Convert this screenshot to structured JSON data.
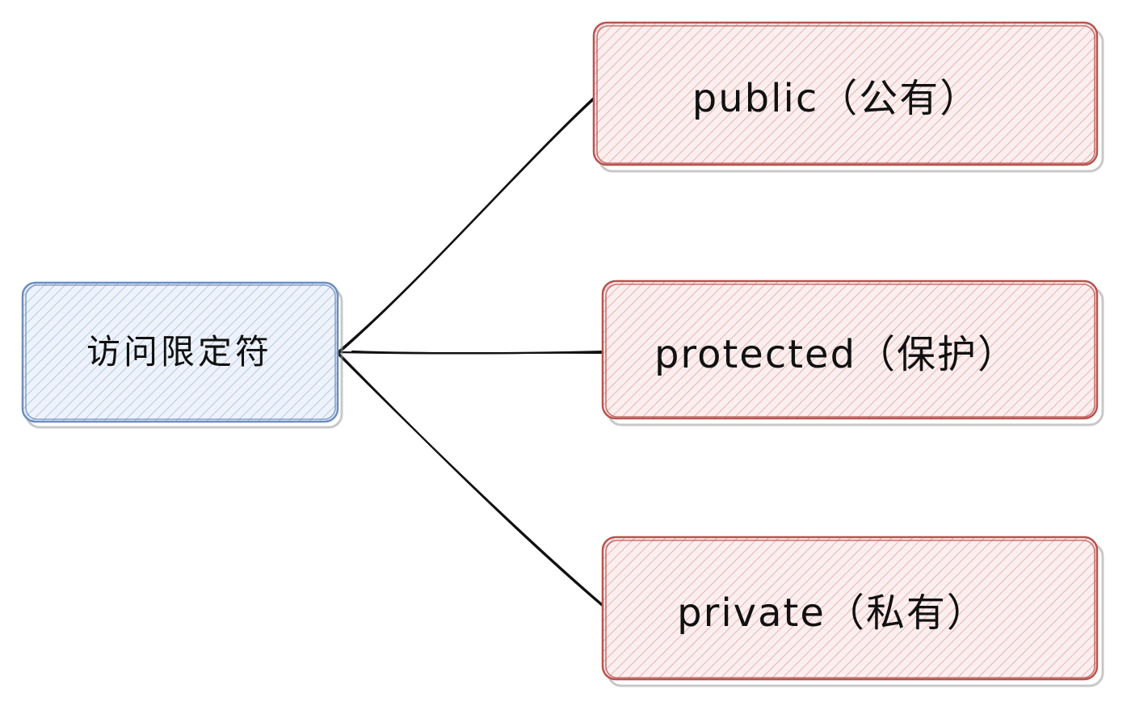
{
  "colors": {
    "root_stroke": "#6c8ebf",
    "root_fill": "#dae8fc",
    "child_stroke": "#b85450",
    "child_fill": "#f8cecc",
    "edge": "#111111",
    "shadow": "#9a9a9a"
  },
  "root": {
    "label": "访问限定符"
  },
  "children": [
    {
      "label": "public（公有）"
    },
    {
      "label": "protected（保护）"
    },
    {
      "label": "private（私有）"
    }
  ]
}
